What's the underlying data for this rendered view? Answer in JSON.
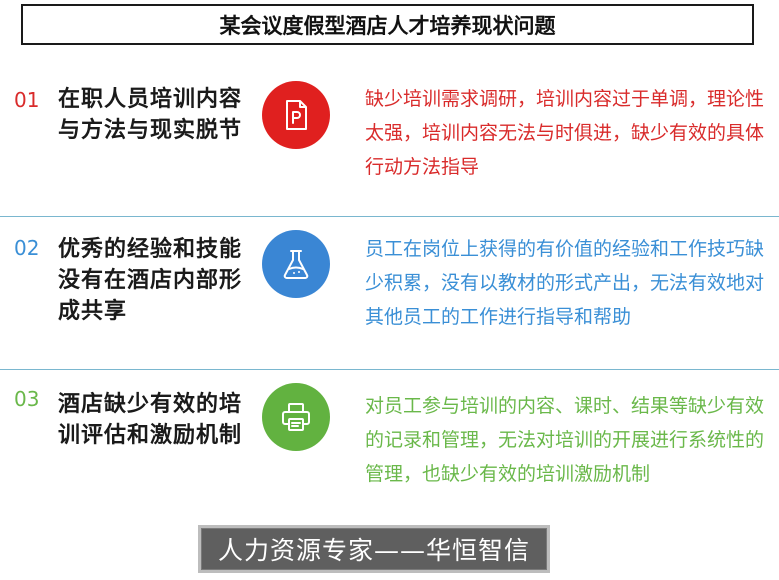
{
  "title": "某会议度假型酒店人才培养现状问题",
  "items": [
    {
      "number": "01",
      "heading": "在职人员培训内容与方法与现实脱节",
      "description": "缺少培训需求调研，培训内容过于单调，理论性太强，培训内容无法与时俱进，缺少有效的具体行动方法指导",
      "icon": "document-p-icon",
      "color": "#e0201f"
    },
    {
      "number": "02",
      "heading": "优秀的经验和技能没有在酒店内部形成共享",
      "description": "员工在岗位上获得的有价值的经验和工作技巧缺少积累，没有以教材的形式产出，无法有效地对其他员工的工作进行指导和帮助",
      "icon": "flask-icon",
      "color": "#3a86d4"
    },
    {
      "number": "03",
      "heading": "酒店缺少有效的培训评估和激励机制",
      "description": "对员工参与培训的内容、课时、结果等缺少有效的记录和管理，无法对培训的开展进行系统性的管理，也缺少有效的培训激励机制",
      "icon": "printer-icon",
      "color": "#62b240"
    }
  ],
  "watermark": "人力资源专家——华恒智信"
}
